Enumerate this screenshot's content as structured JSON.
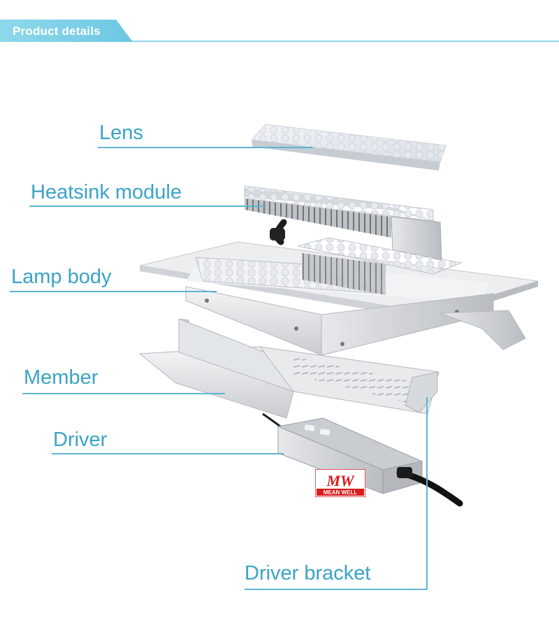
{
  "header": {
    "title": "Product details",
    "accent_color": "#7fd3ea"
  },
  "labels": {
    "lens": "Lens",
    "heatsink": "Heatsink module",
    "lamp_body": "Lamp body",
    "member": "Member",
    "driver": "Driver",
    "driver_bracket": "Driver bracket"
  },
  "logo": {
    "mark": "MW",
    "brand": "MEAN WELL"
  },
  "colors": {
    "label_text": "#3aa3c6",
    "leader_line": "#5bb6d3"
  }
}
